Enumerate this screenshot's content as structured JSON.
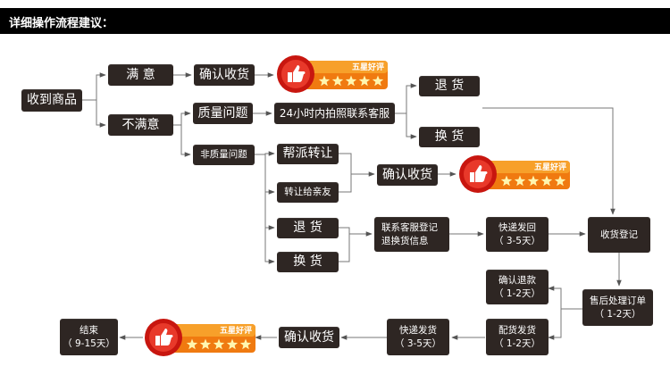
{
  "header": {
    "title": "详细操作流程建议："
  },
  "badge": {
    "label": "五星好评",
    "stars": 5
  },
  "nodes": {
    "receive": "收到商品",
    "satisfied": "满 意",
    "confirm1": "确认收货",
    "unsatisfied": "不满意",
    "quality": "质量问题",
    "photo_service": "24小时内拍照联系客服",
    "return1": "退 货",
    "exchange1": "换 货",
    "non_quality": "非质量问题",
    "help_transfer": "帮派转让",
    "transfer_friend": "转让给亲友",
    "confirm2": "确认收货",
    "return2": "退 货",
    "exchange2": "换 货",
    "contact_l1": "联系客服登记",
    "contact_l2": "退换货信息",
    "ship_back_l1": "快递发回",
    "ship_back_l2": "（ 3-5天）",
    "receive_register": "收货登记",
    "refund_l1": "确认退款",
    "refund_l2": "（ 1-2天）",
    "aftersale_l1": "售后处理订单",
    "aftersale_l2": "（ 1-2天）",
    "deliver_l1": "配货发货",
    "deliver_l2": "（ 1-2天）",
    "ship_out_l1": "快递发货",
    "ship_out_l2": "（ 3-5天）",
    "confirm3": "确认收货",
    "end_l1": "结束",
    "end_l2": "（ 9-15天）"
  }
}
